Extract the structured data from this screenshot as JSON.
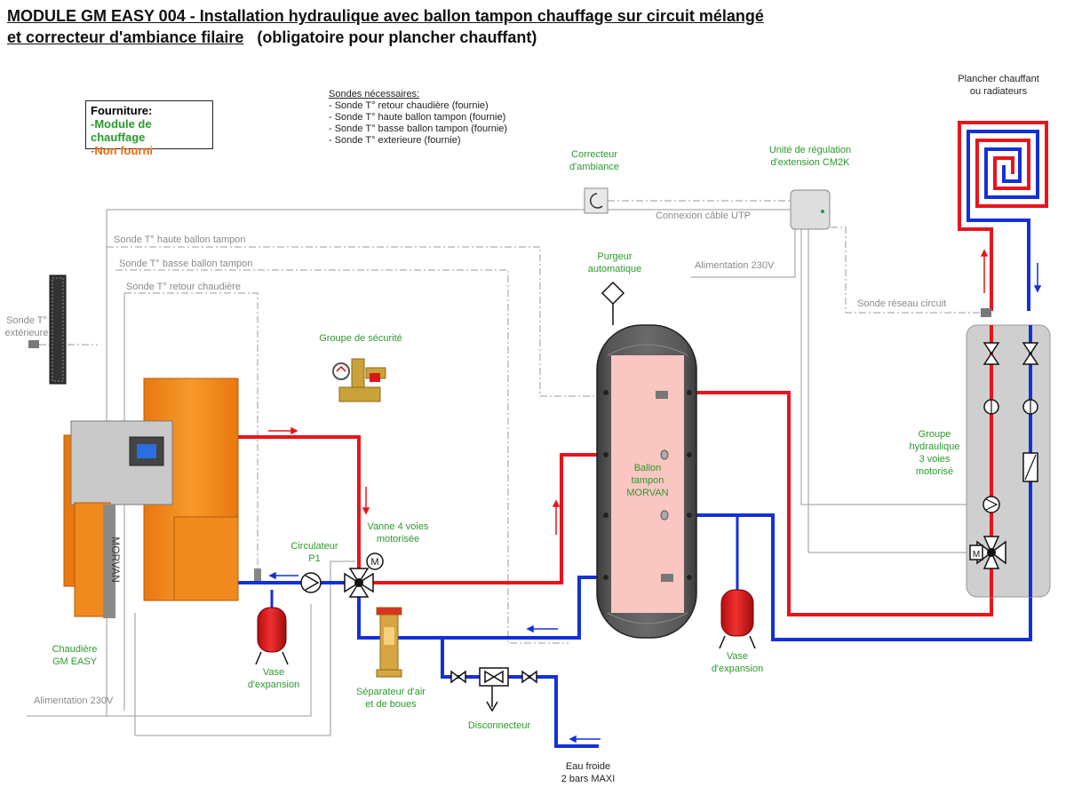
{
  "title": {
    "line1_underlined": "MODULE GM EASY 004 - Installation hydraulique avec ballon tampon chauffage sur circuit mélangé",
    "line2_underlined": "et correcteur d'ambiance filaire",
    "line2_rest": "(obligatoire pour plancher chauffant)"
  },
  "legend": {
    "heading": "Fourniture:",
    "items": [
      "-Module de chauffage",
      "-Non fourni"
    ],
    "colors": [
      "#2a9a2a",
      "#ee6a10"
    ]
  },
  "sondes": {
    "heading": "Sondes nécessaires:",
    "items": [
      "- Sonde T° retour chaudière (fournie)",
      "- Sonde T° haute ballon tampon (fournie)",
      "- Sonde T° basse  ballon tampon (fournie)",
      "- Sonde T° exterieure (fournie)"
    ]
  },
  "labels": {
    "correcteur_1": "Correcteur",
    "correcteur_2": "d'ambiance",
    "unite_1": "Unité de régulation",
    "unite_2": "d'extension CM2K",
    "plancher_1": "Plancher chauffant",
    "plancher_2": "ou radiateurs",
    "connexion_utp": "Connexion câble UTP",
    "sonde_haute": "Sonde T° haute ballon tampon",
    "sonde_basse": "Sonde T° basse  ballon tampon",
    "sonde_retour": "Sonde T° retour chaudière",
    "sonde_ext_1": "Sonde T°",
    "sonde_ext_2": "extérieure",
    "alim_230_top": "Alimentation 230V",
    "purgeur_1": "Purgeur",
    "purgeur_2": "automatique",
    "sonde_reseau": "Sonde réseau circuit",
    "groupe_securite": "Groupe de sécurité",
    "groupe_hydr_1": "Groupe",
    "groupe_hydr_2": "hydraulique",
    "groupe_hydr_3": "3 voies",
    "groupe_hydr_4": "motorisé",
    "ballon_1": "Ballon",
    "ballon_2": "tampon",
    "ballon_3": "MORVAN",
    "vanne_1": "Vanne 4 voies",
    "vanne_2": "motorisée",
    "circulateur_1": "Circulateur",
    "circulateur_2": "P1",
    "chaudiere_1": "Chaudière",
    "chaudiere_2": "GM EASY",
    "vase_left_1": "Vase",
    "vase_left_2": "d'expansion",
    "vase_right_1": "Vase",
    "vase_right_2": "d'expansion",
    "separateur_1": "Séparateur d'air",
    "separateur_2": "et de boues",
    "disconnecteur": "Disconnecteur",
    "alim_230_bottom": "Alimentation 230V",
    "eau_froide_1": "Eau froide",
    "eau_froide_2": "2 bars MAXI",
    "boiler_brand": "MORVAN",
    "valve_motor_letter": "M"
  },
  "colors": {
    "hot_pipe": "#e8141c",
    "cold_pipe": "#1430d8",
    "signal_line": "#9a9a9a",
    "boiler": "#f08a1e",
    "tank": "#f9c6c2",
    "vessel": "#d81818",
    "label_green": "#2a9a2a"
  }
}
